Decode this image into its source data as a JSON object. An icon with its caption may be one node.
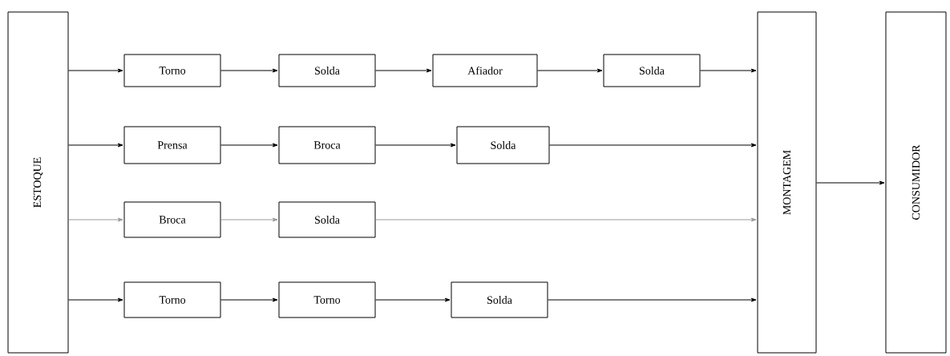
{
  "diagram": {
    "nodes": [
      {
        "text": [
          "ESTOQUE"
        ]
      },
      {
        "text": [
          "Torno"
        ]
      },
      {
        "text": [
          "Solda"
        ]
      },
      {
        "text": [
          "Afiador"
        ]
      },
      {
        "text": [
          "Solda"
        ]
      },
      {
        "text": [
          "Prensa"
        ]
      },
      {
        "text": [
          "Broca"
        ]
      },
      {
        "text": [
          "Solda"
        ]
      },
      {
        "text": [
          "Broca"
        ]
      },
      {
        "text": [
          "Solda"
        ]
      },
      {
        "text": [
          "Torno"
        ]
      },
      {
        "text": [
          "Torno"
        ]
      },
      {
        "text": [
          "Solda"
        ]
      },
      {
        "text": [
          "MONTAGEM"
        ]
      },
      {
        "text": [
          "CONSUMIDOR"
        ]
      }
    ],
    "edges": [
      {
        "from": 0,
        "to": 1,
        "arrow": "to"
      },
      {
        "from": 1,
        "to": 2,
        "arrow": "to"
      },
      {
        "from": 2,
        "to": 3,
        "arrow": "to"
      },
      {
        "from": 3,
        "to": 4,
        "arrow": "to"
      },
      {
        "from": 4,
        "to": 13,
        "arrow": "to"
      },
      {
        "from": 0,
        "to": 5,
        "arrow": "to"
      },
      {
        "from": 5,
        "to": 6,
        "arrow": "to"
      },
      {
        "from": 6,
        "to": 7,
        "arrow": "to"
      },
      {
        "from": 7,
        "to": 13,
        "arrow": "to"
      },
      {
        "from": 0,
        "to": 8,
        "arrow": "to",
        "color": "#999999"
      },
      {
        "from": 8,
        "to": 9,
        "arrow": "to",
        "color": "#999999"
      },
      {
        "from": 9,
        "to": 13,
        "arrow": "to",
        "color": "#999999"
      },
      {
        "from": 0,
        "to": 10,
        "arrow": "to"
      },
      {
        "from": 10,
        "to": 11,
        "arrow": "to"
      },
      {
        "from": 11,
        "to": 12,
        "arrow": "to"
      },
      {
        "from": 12,
        "to": 13,
        "arrow": "to"
      },
      {
        "from": 13,
        "to": 14,
        "arrow": "to"
      }
    ]
  }
}
